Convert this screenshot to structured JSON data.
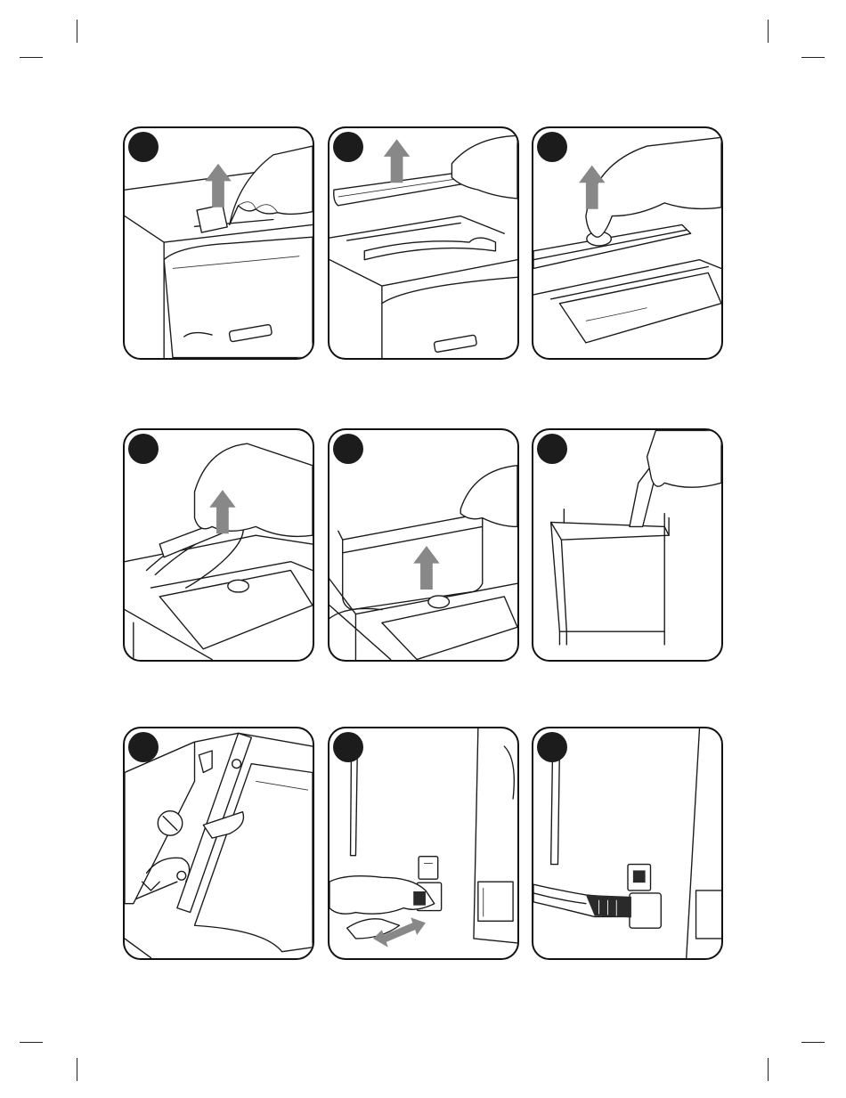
{
  "page": {
    "steps": [
      {
        "id": 1,
        "illustration": "lift-lid-latch",
        "arrow": "up"
      },
      {
        "id": 2,
        "illustration": "lift-tank-lid",
        "arrow": "up"
      },
      {
        "id": 3,
        "illustration": "remove-tank-cover",
        "arrow": "up"
      },
      {
        "id": 4,
        "illustration": "pull-out-tube",
        "arrow": "up"
      },
      {
        "id": 5,
        "illustration": "lift-water-tank",
        "arrow": "up"
      },
      {
        "id": 6,
        "illustration": "fill-water-tank",
        "arrow": "none"
      },
      {
        "id": 7,
        "illustration": "tank-compartment",
        "arrow": "none"
      },
      {
        "id": 8,
        "illustration": "insert-power-plug",
        "arrow": "left-right"
      },
      {
        "id": 9,
        "illustration": "plug-connected",
        "arrow": "none"
      }
    ],
    "colors": {
      "line": "#1a1a1a",
      "arrow": "#888888",
      "badge": "#1c1c1c"
    }
  }
}
